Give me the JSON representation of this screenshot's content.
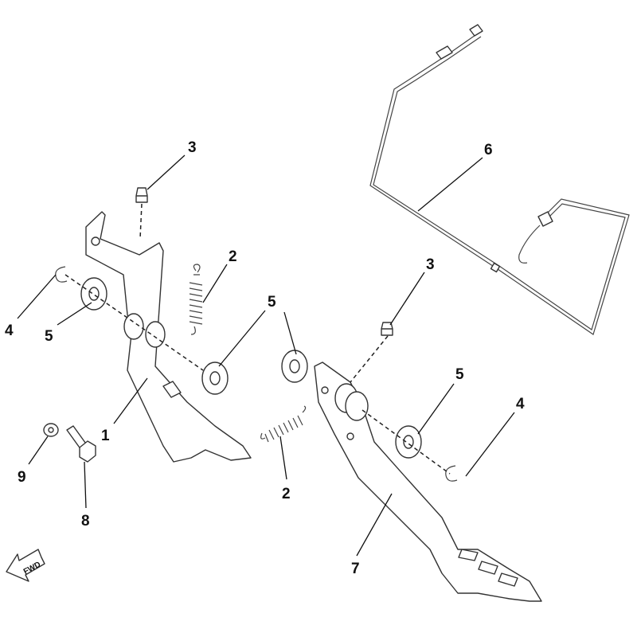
{
  "diagram": {
    "fwd_label": "FWD",
    "callouts": [
      {
        "id": "c3a",
        "label": "3"
      },
      {
        "id": "c2a",
        "label": "2"
      },
      {
        "id": "c5a",
        "label": "5"
      },
      {
        "id": "c4a",
        "label": "4"
      },
      {
        "id": "c5b",
        "label": "5"
      },
      {
        "id": "c1",
        "label": "1"
      },
      {
        "id": "c9",
        "label": "9"
      },
      {
        "id": "c8",
        "label": "8"
      },
      {
        "id": "c2b",
        "label": "2"
      },
      {
        "id": "c3b",
        "label": "3"
      },
      {
        "id": "c6",
        "label": "6"
      },
      {
        "id": "c5c",
        "label": "5"
      },
      {
        "id": "c4b",
        "label": "4"
      },
      {
        "id": "c7",
        "label": "7"
      }
    ]
  }
}
